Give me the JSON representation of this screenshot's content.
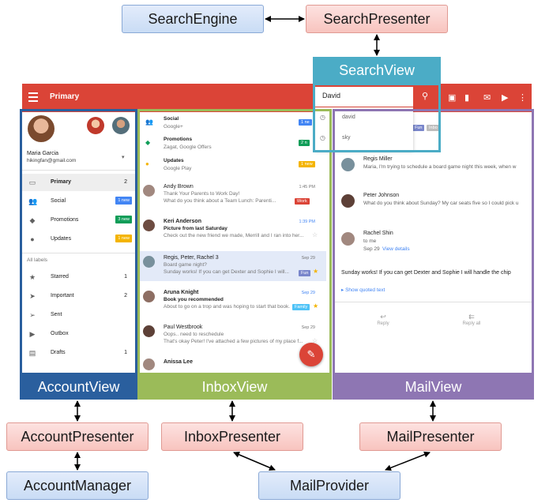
{
  "components": {
    "search_engine": "SearchEngine",
    "search_presenter": "SearchPresenter",
    "search_view": "SearchView",
    "account_view": "AccountView",
    "inbox_view": "InboxView",
    "mail_view": "MailView",
    "account_presenter": "AccountPresenter",
    "inbox_presenter": "InboxPresenter",
    "mail_presenter": "MailPresenter",
    "account_manager": "AccountManager",
    "mail_provider": "MailProvider"
  },
  "colors": {
    "app_bar": "#db4437",
    "account_frame": "#2a5f9e",
    "inbox_frame": "#9bbb59",
    "mail_frame": "#8e76b3",
    "search_frame": "#4bacc6"
  },
  "app_bar": {
    "title": "Primary",
    "search_value": "David"
  },
  "search_suggestions": [
    "david",
    "sky"
  ],
  "account": {
    "name": "Maria Garcia",
    "email": "hikingfan@gmail.com",
    "items": [
      {
        "label": "Primary",
        "count": "2",
        "icon": "inbox-icon"
      },
      {
        "label": "Social",
        "badge": "1 new",
        "badge_color": "#4285f4",
        "icon": "people-icon"
      },
      {
        "label": "Promotions",
        "badge": "3 new",
        "badge_color": "#0f9d58",
        "icon": "tag-icon"
      },
      {
        "label": "Updates",
        "badge": "1 new",
        "badge_color": "#f4b400",
        "icon": "info-icon"
      }
    ],
    "all_labels": "All labels",
    "labels": [
      {
        "label": "Starred",
        "count": "1",
        "icon": "star-icon"
      },
      {
        "label": "Important",
        "count": "2",
        "icon": "important-icon"
      },
      {
        "label": "Sent",
        "count": "",
        "icon": "send-icon"
      },
      {
        "label": "Outbox",
        "count": "",
        "icon": "outbox-icon"
      },
      {
        "label": "Drafts",
        "count": "1",
        "icon": "drafts-icon"
      }
    ]
  },
  "inbox": {
    "categories": [
      {
        "name": "Social",
        "from": "Google+",
        "badge": "1 ne",
        "color": "#4285f4",
        "icon": "people-icon"
      },
      {
        "name": "Promotions",
        "from": "Zagat, Google Offers",
        "badge": "2 n",
        "color": "#0f9d58",
        "icon": "tag-icon"
      },
      {
        "name": "Updates",
        "from": "Google Play",
        "badge": "1 new",
        "color": "#f4b400",
        "icon": "info-icon"
      }
    ],
    "messages": [
      {
        "sender": "Andy Brown",
        "subject": "Thank Your Parents to Work Day!",
        "snippet": "What do you think about a Team Lunch: Parenti...",
        "time": "1:45 PM",
        "chip": "Work",
        "chip_color": "#db4437"
      },
      {
        "sender": "Keri Anderson",
        "subject": "Picture from last Saturday",
        "snippet": "Check out the new friend we made, Merrill and I ran into her...",
        "time": "1:39 PM"
      },
      {
        "sender": "Regis, Peter, Rachel  3",
        "subject": "Board game night?",
        "snippet": "Sunday works! If you can get Dexter and Sophie I will...",
        "time": "Sep 29",
        "chip": "Fun",
        "chip_color": "#7986cb"
      },
      {
        "sender": "Aruna Knight",
        "subject": "Book you recommended",
        "snippet": "About to go on a trop and was hoping to start that book...",
        "time": "Sep 29",
        "chip": "Family",
        "chip_color": "#4fc3f7"
      },
      {
        "sender": "Paul Westbrook",
        "subject": "Oops.. need to reschedule",
        "snippet": "That's okay Peter! I've attached a few pictures of my place f...",
        "time": "Sep 29"
      },
      {
        "sender": "Anissa Lee",
        "subject": "",
        "snippet": "",
        "time": ""
      }
    ]
  },
  "mail": {
    "chips": [
      "Fun",
      "Inbo"
    ],
    "messages": [
      {
        "name": "Regis Miller",
        "text": "Maria, I'm trying to schedule a board game night this week, when w"
      },
      {
        "name": "Peter Johnson",
        "text": "What do you think about Sunday? My car seats five so I could pick u"
      },
      {
        "name": "Rachel Shin",
        "text": "to me",
        "date": "Sep 29",
        "link": "View details"
      }
    ],
    "body": "Sunday works! If you can get Dexter and Sophie I will handle the chip",
    "quoted": "Show quoted text",
    "reply": "Reply",
    "reply_all": "Reply all"
  }
}
